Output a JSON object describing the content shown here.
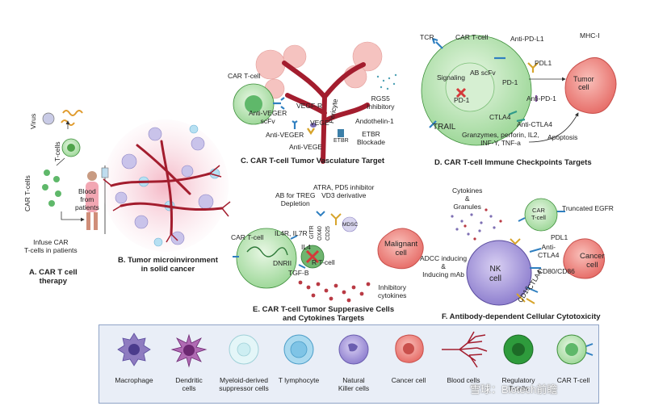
{
  "panel_a": {
    "virus": "Virus",
    "t_cells": "T-cells",
    "car_t_cells": "CAR T-cells",
    "blood": "Blood\nfrom\npatients",
    "infuse": "Infuse CAR\nT-cells in patients",
    "title": "A. CAR T cell\ntherapy"
  },
  "panel_b": {
    "title": "B. Tumor microinvironment\nin solid cancer"
  },
  "panel_c": {
    "car_t_cell": "CAR T-cell",
    "anti_veger_scfv": "Anti-VEGER\nscFv",
    "vegf_r": "VEGF-R",
    "vege": "VEGE",
    "anti_veger": "Anti-VEGER",
    "anti_vege": "Anti-VEGE",
    "pericyte": "Pericyte",
    "rgs5": "RGS5\nInhibitory",
    "andothelin": "Andothelin-1",
    "etbr": "ETBR\nBlockade",
    "etbr_receptor": "ETBR",
    "title": "C. CAR T-cell Tumor Vasculature Target"
  },
  "panel_d": {
    "tcr": "TCR",
    "car_t_cell": "CAR T-cell",
    "anti_pd_l1": "Anti-PD-L1",
    "mhc_i": "MHC-I",
    "signaling": "Signaling",
    "ab_scfv": "AB scFv",
    "pd_1": "PD-1",
    "pd_1_b": "PD-1",
    "pdl1": "PDL1",
    "anti_pd_1": "Anti-PD-1",
    "tumor_cell": "Tumor\ncell",
    "trail": "TRAIL",
    "ctla4": "CTLA4",
    "anti_ctla4": "Anti-CTLA4",
    "granzymes": "Granzymes, perforin, IL2,\nINF-Y, TNF-a",
    "apoptosis": "Apoptosis",
    "title": "D. CAR T-cell Immune Checkpoints Targets"
  },
  "panel_e": {
    "atra": "ATRA, PD5 inhibitor\nVD3 derivative",
    "ab_treg": "AB for TREG\nDepletion",
    "car_t_cell": "CAR T-cell",
    "il4r": "IL4R, IL7R",
    "il4": "IL4",
    "gitr": "GITR",
    "ox40": "OX40",
    "cd25": "CD25",
    "mdsc": "MDSC",
    "dnrii": "DNRII",
    "r_t_cell": "R T-cell",
    "tgf_b": "TGF-B",
    "malignant": "Malignant\ncell",
    "inhibitory": "Inhibitory\ncytokines",
    "title": "E. CAR T-cell Tumor Supperasive Cells\nand Cytokines Targets"
  },
  "panel_f": {
    "cytokines": "Cytokines\n&\nGranules",
    "car_t_cell": "CAR\nT-cell",
    "truncated_egfr": "Truncated EGFR",
    "pdl1": "PDL1",
    "anti_ctla4": "Anti-\nCTLA4",
    "cancer_cell": "Cancer\ncell",
    "adcc": "ADCC inducing\n&\nInducing mAb",
    "cd80": "CD80/CD86",
    "nk_cell": "NK\ncell",
    "ctla4": "CTLA4",
    "cd16": "CD16",
    "title": "F. Antibody-dependent Cellular Cytotoxicity"
  },
  "legend": {
    "items": [
      {
        "label": "Macrophage",
        "icon": "macrophage-icon",
        "color": "#8e7bc0"
      },
      {
        "label": "Dendritic\ncells",
        "icon": "dendritic-cell-icon",
        "color": "#8a3f8f"
      },
      {
        "label": "Myeloid-derived\nsuppressor cells",
        "icon": "mdsc-icon",
        "color": "#cdeef2"
      },
      {
        "label": "T lymphocyte",
        "icon": "t-lymphocyte-icon",
        "color": "#7fc4e6"
      },
      {
        "label": "Natural\nKiller cells",
        "icon": "nk-cell-icon",
        "color": "#b3a6df"
      },
      {
        "label": "Cancer cell",
        "icon": "cancer-cell-icon",
        "color": "#f08a86"
      },
      {
        "label": "Blood cells",
        "icon": "blood-vessel-icon",
        "color": "#a31d2e"
      },
      {
        "label": "Regulatory\nT-cells",
        "icon": "regulatory-t-cell-icon",
        "color": "#2e9b3c"
      },
      {
        "label": "CAR T-cell",
        "icon": "car-t-cell-icon",
        "color": "#8fd19a"
      }
    ]
  },
  "watermark": "雪球：Biotech前瞻"
}
